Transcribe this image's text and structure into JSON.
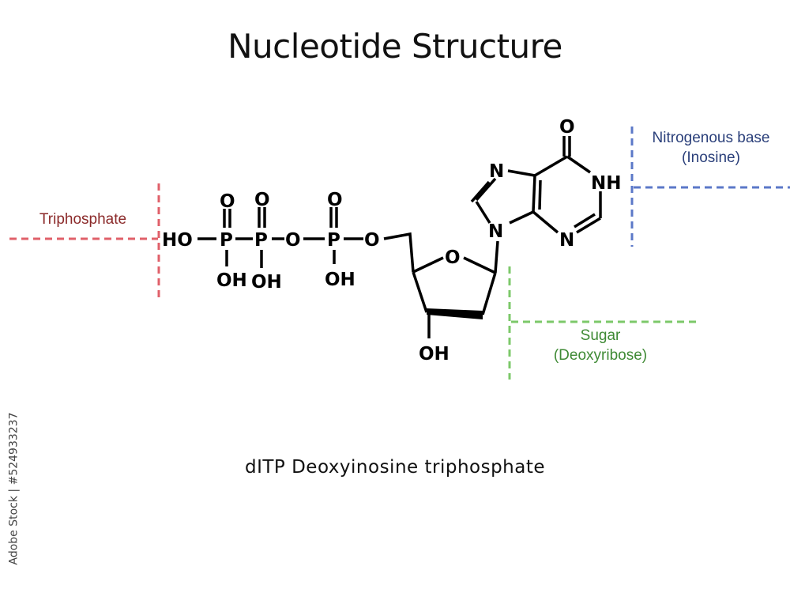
{
  "title": "Nucleotide Structure",
  "caption": "dITP  Deoxyinosine triphosphate",
  "labels": {
    "triphosphate": "Triphosphate",
    "base_line1": "Nitrogenous base",
    "base_line2": "(Inosine)",
    "sugar_line1": "Sugar",
    "sugar_line2": "(Deoxyribose)"
  },
  "colors": {
    "triphosphate": "#e0606a",
    "triphosphate_text": "#8b2a2a",
    "base": "#5b78c8",
    "base_text": "#2a3f7a",
    "sugar": "#7cc86a",
    "sugar_text": "#3f8a35"
  },
  "atoms": {
    "ho": "HO",
    "p": "P",
    "o": "O",
    "oh": "OH",
    "n": "N",
    "nh": "NH"
  },
  "watermark": "Adobe Stock | #524933237"
}
